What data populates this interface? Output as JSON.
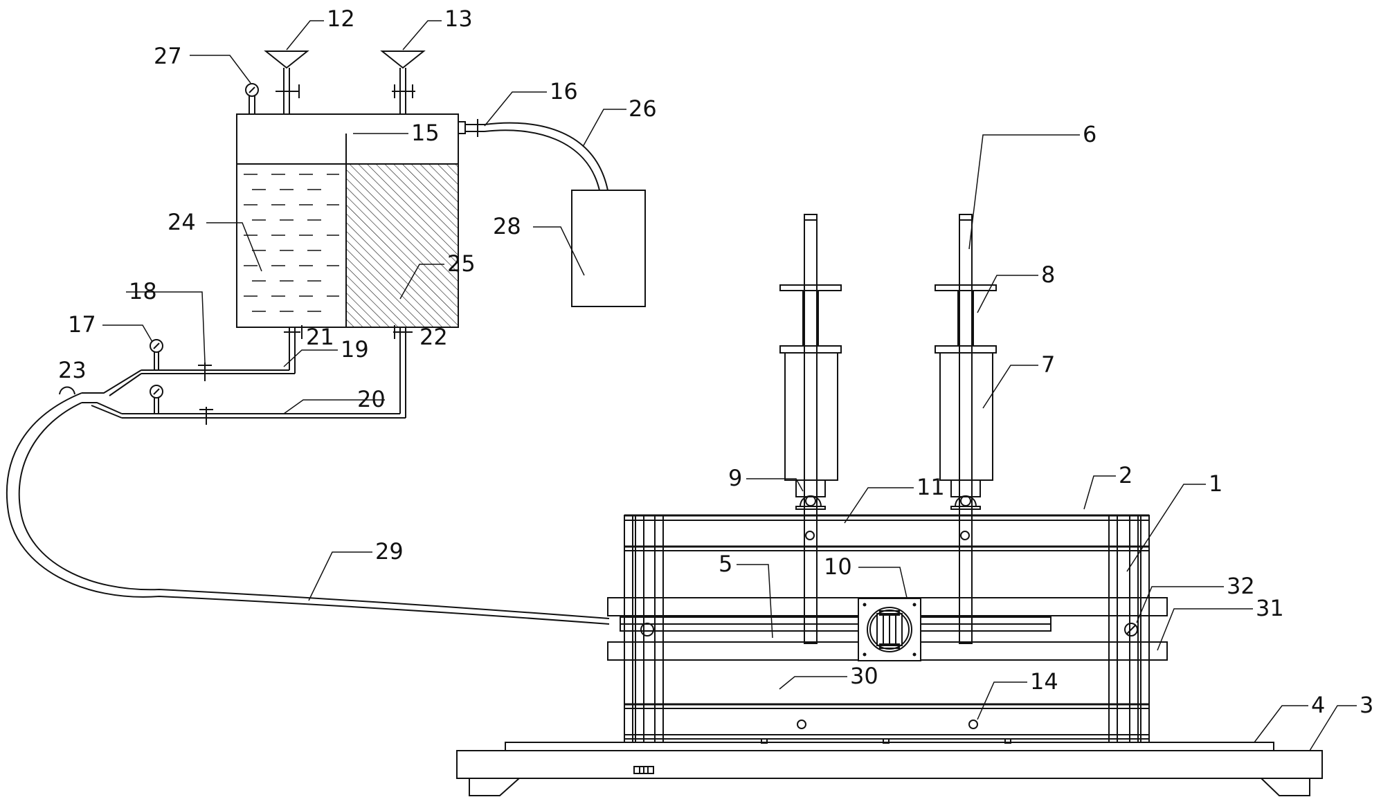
{
  "labels": {
    "l1": "1",
    "l2": "2",
    "l3": "3",
    "l4": "4",
    "l5": "5",
    "l6": "6",
    "l7": "7",
    "l8": "8",
    "l9": "9",
    "l10": "10",
    "l11": "11",
    "l12": "12",
    "l13": "13",
    "l14": "14",
    "l15": "15",
    "l16": "16",
    "l17": "17",
    "l18": "18",
    "l19": "19",
    "l20": "20",
    "l21": "21",
    "l22": "22",
    "l23": "23",
    "l24": "24",
    "l25": "25",
    "l26": "26",
    "l27": "27",
    "l28": "28",
    "l29": "29",
    "l30": "30",
    "l31": "31",
    "l32": "32"
  },
  "colors": {
    "line": "#111111",
    "background": "#ffffff"
  }
}
